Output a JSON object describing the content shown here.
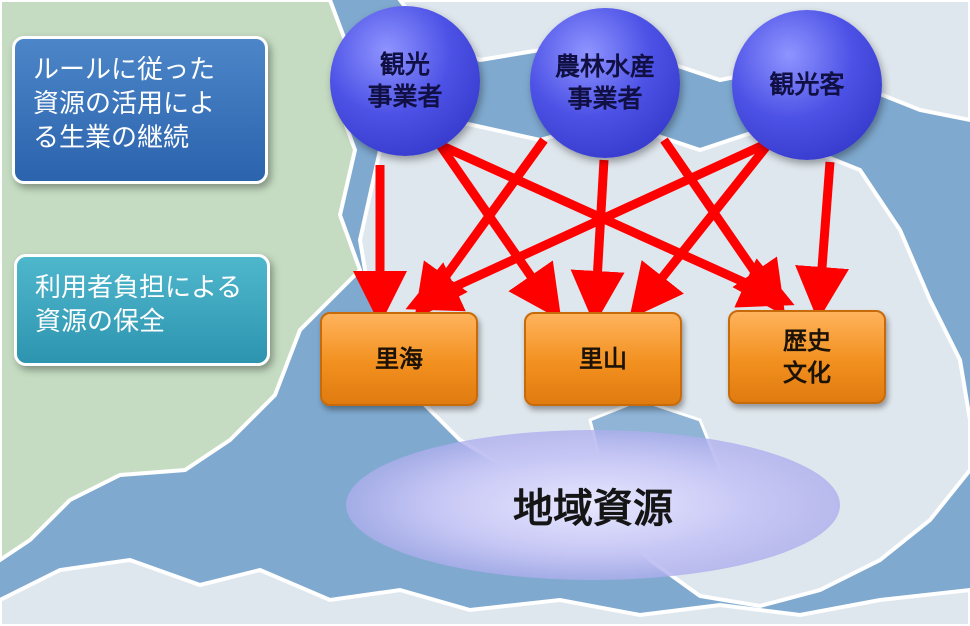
{
  "actors": [
    {
      "label": "観光\n事業者"
    },
    {
      "label": "農林水産\n事業者"
    },
    {
      "label": "観光客"
    }
  ],
  "resources": [
    {
      "label": "里海"
    },
    {
      "label": "里山"
    },
    {
      "label": "歴史\n文化"
    }
  ],
  "callouts": [
    {
      "text": "ルールに従った\n資源の活用によ\nる生業の継続"
    },
    {
      "text": "利用者負担による\n資源の保全"
    }
  ],
  "region_label": "地域資源",
  "colors": {
    "arrow": "#ff0000",
    "actor": "#4d52e6",
    "resource": "#f2901f",
    "land": "#c6dcc3",
    "sea": "#7fa9cf"
  },
  "connections": [
    {
      "from": 0,
      "to": 0
    },
    {
      "from": 0,
      "to": 1
    },
    {
      "from": 0,
      "to": 2
    },
    {
      "from": 1,
      "to": 0
    },
    {
      "from": 1,
      "to": 1
    },
    {
      "from": 1,
      "to": 2
    },
    {
      "from": 2,
      "to": 0
    },
    {
      "from": 2,
      "to": 1
    },
    {
      "from": 2,
      "to": 2
    }
  ]
}
